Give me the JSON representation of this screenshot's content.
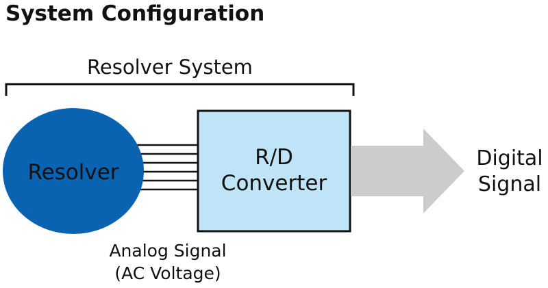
{
  "title": "System Configuration",
  "bracket_label": "Resolver System",
  "resolver": {
    "label": "Resolver",
    "color": "#0a63b0",
    "text_color": "#ffffff"
  },
  "converter": {
    "line1": "R/D",
    "line2": "Converter",
    "fill": "#bfe4f7",
    "stroke": "#111111"
  },
  "analog_signal": {
    "line1": "Analog Signal",
    "line2": "(AC Voltage)"
  },
  "digital_signal": {
    "line1": "Digital",
    "line2": "Signal"
  },
  "arrow": {
    "color": "#cccccc"
  }
}
